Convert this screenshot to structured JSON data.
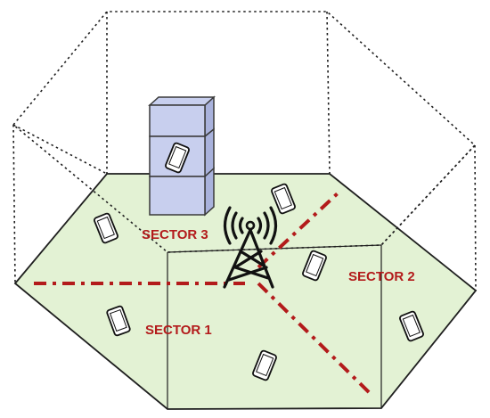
{
  "colors": {
    "floor_fill": "#e3f2d4",
    "floor_stroke": "#1f1f1f",
    "wire_stroke": "#1f1f1f",
    "sector_line": "#b31b1b",
    "sector_text": "#b31b1b",
    "building_fill": "#c8cfee",
    "building_side": "#a9b2dc",
    "building_stroke": "#3a3a3a",
    "tower_stroke": "#111111",
    "phone_fill": "#ffffff",
    "phone_stroke": "#111111"
  },
  "labels": {
    "sector_1": "SECTOR 1",
    "sector_2": "SECTOR 2",
    "sector_3": "SECTOR 3"
  },
  "icons": {
    "tower": "cell-tower-icon",
    "phone": "mobile-phone-icon",
    "building": "building-icon"
  }
}
